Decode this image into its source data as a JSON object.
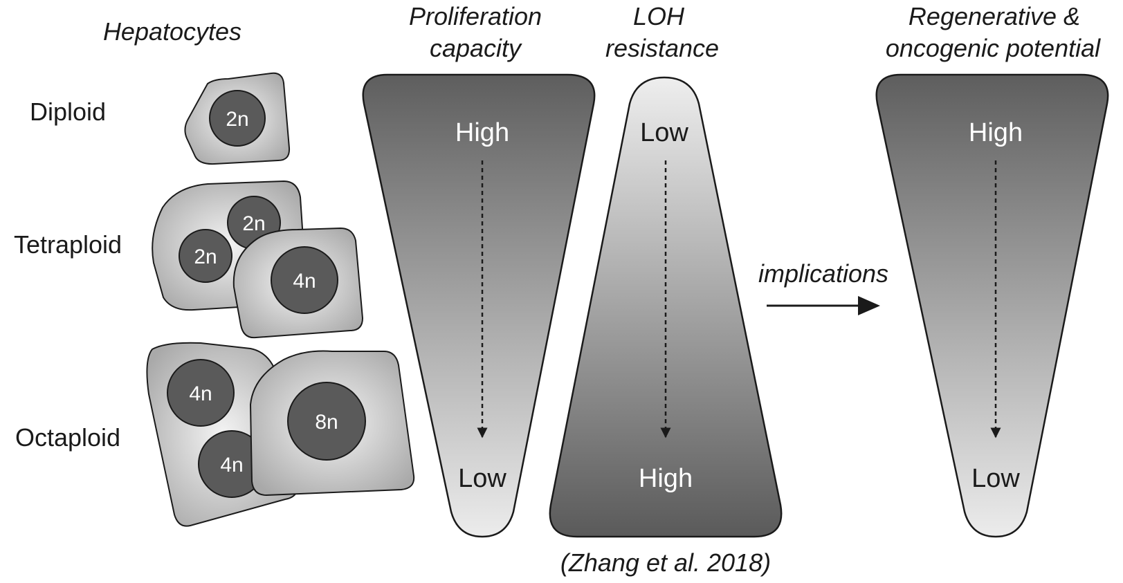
{
  "headers": {
    "hepatocytes": "Hepatocytes",
    "proliferation": [
      "Proliferation",
      "capacity"
    ],
    "loh": [
      "LOH",
      "resistance"
    ],
    "regenerative": [
      "Regenerative &",
      "oncogenic potential"
    ]
  },
  "ploidy_rows": {
    "diploid": "Diploid",
    "tetraploid": "Tetraploid",
    "octaploid": "Octaploid"
  },
  "nuclei": {
    "diploid": "2n",
    "tetra_a": "2n",
    "tetra_b": "2n",
    "tetra_c": "4n",
    "octa_a": "4n",
    "octa_b": "4n",
    "octa_c": "8n"
  },
  "funnels": {
    "proliferation": {
      "top": "High",
      "bottom": "Low"
    },
    "loh": {
      "top": "Low",
      "bottom": "High"
    },
    "regenerative": {
      "top": "High",
      "bottom": "Low"
    }
  },
  "implications_label": "implications",
  "citation": "(Zhang et al. 2018)",
  "colors": {
    "dark": "#5e5e5e",
    "light": "#ececec",
    "cell_fill": "#c7c7c7",
    "nucleus": "#5a5a5a",
    "stroke": "#1a1a1a"
  }
}
